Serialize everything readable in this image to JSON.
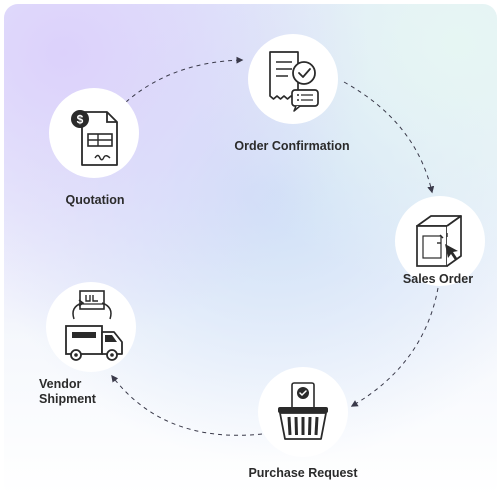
{
  "steps": [
    {
      "id": "quotation",
      "label": "Quotation",
      "icon": "quotation-document-icon"
    },
    {
      "id": "order-confirmation",
      "label": "Order Confirmation",
      "icon": "receipt-check-icon"
    },
    {
      "id": "sales-order",
      "label": "Sales Order",
      "icon": "box-cursor-icon"
    },
    {
      "id": "purchase-request",
      "label": "Purchase Request",
      "icon": "basket-check-icon"
    },
    {
      "id": "vendor-shipment",
      "label_line1": "Vendor",
      "label_line2": "Shipment",
      "icon": "delivery-truck-icon"
    }
  ],
  "colors": {
    "icon_stroke": "#2a2a2a",
    "arrow": "#3a3a4a",
    "node_fill": "#ffffff"
  }
}
